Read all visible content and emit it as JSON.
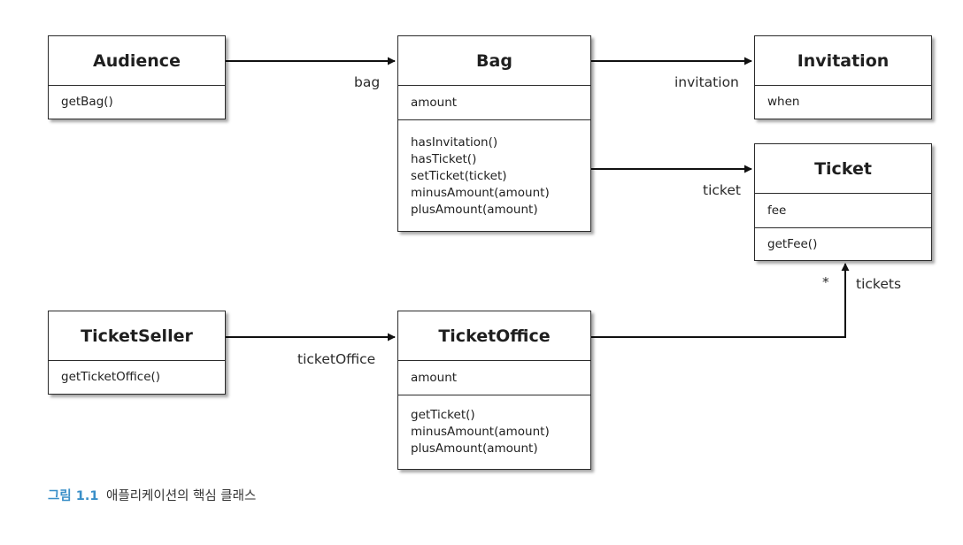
{
  "diagram": {
    "classes": {
      "audience": {
        "name": "Audience",
        "methods": [
          "getBag()"
        ]
      },
      "bag": {
        "name": "Bag",
        "attributes": [
          "amount"
        ],
        "methods": [
          "hasInvitation()",
          "hasTicket()",
          "setTicket(ticket)",
          "minusAmount(amount)",
          "plusAmount(amount)"
        ]
      },
      "invitation": {
        "name": "Invitation",
        "attributes": [
          "when"
        ]
      },
      "ticket": {
        "name": "Ticket",
        "attributes": [
          "fee"
        ],
        "methods": [
          "getFee()"
        ]
      },
      "ticket_seller": {
        "name": "TicketSeller",
        "methods": [
          "getTicketOffice()"
        ]
      },
      "ticket_office": {
        "name": "TicketOffice",
        "attributes": [
          "amount"
        ],
        "methods": [
          "getTicket()",
          "minusAmount(amount)",
          "plusAmount(amount)"
        ]
      }
    },
    "edges": [
      {
        "from": "Audience",
        "to": "Bag",
        "label": "bag"
      },
      {
        "from": "Bag",
        "to": "Invitation",
        "label": "invitation"
      },
      {
        "from": "Bag",
        "to": "Ticket",
        "label": "ticket"
      },
      {
        "from": "TicketSeller",
        "to": "TicketOffice",
        "label": "ticketOffice"
      },
      {
        "from": "TicketOffice",
        "to": "Ticket",
        "label": "tickets",
        "multiplicity": "*"
      }
    ]
  },
  "caption": {
    "figure": "그림 1.1",
    "text": "애플리케이션의 핵심 클래스"
  }
}
